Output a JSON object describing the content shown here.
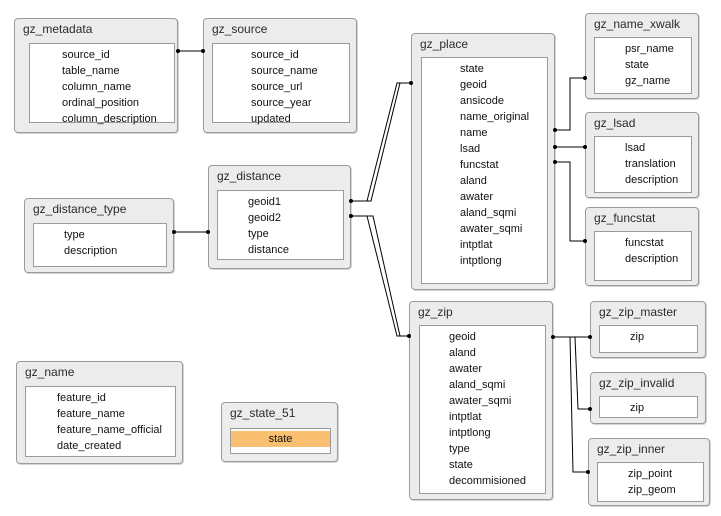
{
  "tables": [
    {
      "id": "gz_metadata",
      "title": "gz_metadata",
      "fields": [
        "source_id",
        "table_name",
        "column_name",
        "ordinal_position",
        "column_description"
      ]
    },
    {
      "id": "gz_source",
      "title": "gz_source",
      "fields": [
        "source_id",
        "source_name",
        "source_url",
        "source_year",
        "updated"
      ]
    },
    {
      "id": "gz_place",
      "title": "gz_place",
      "fields": [
        "state",
        "geoid",
        "ansicode",
        "name_original",
        "name",
        "lsad",
        "funcstat",
        "aland",
        "awater",
        "aland_sqmi",
        "awater_sqmi",
        "intptlat",
        "intptlong"
      ]
    },
    {
      "id": "gz_name_xwalk",
      "title": "gz_name_xwalk",
      "fields": [
        "psr_name",
        "state",
        "gz_name"
      ]
    },
    {
      "id": "gz_lsad",
      "title": "gz_lsad",
      "fields": [
        "lsad",
        "translation",
        "description"
      ]
    },
    {
      "id": "gz_distance",
      "title": "gz_distance",
      "fields": [
        "geoid1",
        "geoid2",
        "type",
        "distance"
      ]
    },
    {
      "id": "gz_distance_type",
      "title": "gz_distance_type",
      "fields": [
        "type",
        "description"
      ]
    },
    {
      "id": "gz_funcstat",
      "title": "gz_funcstat",
      "fields": [
        "funcstat",
        "description"
      ]
    },
    {
      "id": "gz_zip",
      "title": "gz_zip",
      "fields": [
        "geoid",
        "aland",
        "awater",
        "aland_sqmi",
        "awater_sqmi",
        "intptlat",
        "intptlong",
        "type",
        "state",
        "decommisioned"
      ]
    },
    {
      "id": "gz_zip_master",
      "title": "gz_zip_master",
      "fields": [
        "zip"
      ]
    },
    {
      "id": "gz_zip_invalid",
      "title": "gz_zip_invalid",
      "fields": [
        "zip"
      ]
    },
    {
      "id": "gz_zip_inner",
      "title": "gz_zip_inner",
      "fields": [
        "zip_point",
        "zip_geom"
      ]
    },
    {
      "id": "gz_name",
      "title": "gz_name",
      "fields": [
        "feature_id",
        "feature_name",
        "feature_name_official",
        "date_created"
      ]
    },
    {
      "id": "gz_state_51",
      "title": "gz_state_51",
      "fields": [
        "state"
      ],
      "selected_field": "state"
    }
  ],
  "colors": {
    "table_frame": "#ececec",
    "border": "#9a9a9a",
    "selected_field": "#f8c070",
    "line": "#000000"
  }
}
